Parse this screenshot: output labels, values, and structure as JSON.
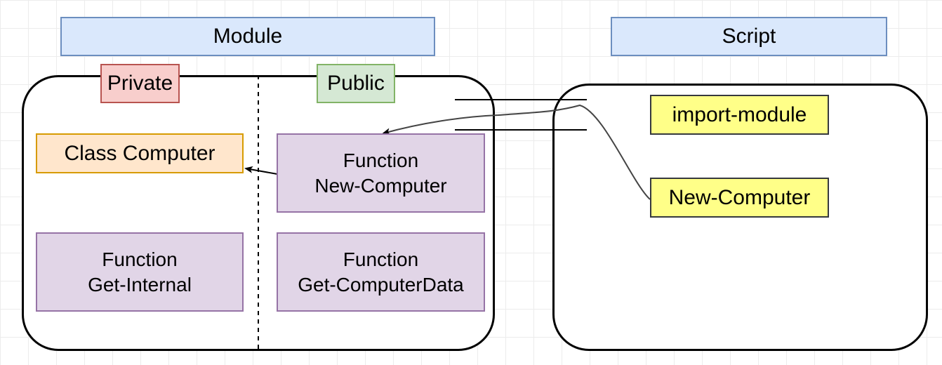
{
  "module": {
    "title": "Module",
    "private_label": "Private",
    "public_label": "Public",
    "class_box": "Class Computer",
    "new_computer_fn": {
      "line1": "Function",
      "line2": "New-Computer"
    },
    "get_internal_fn": {
      "line1": "Function",
      "line2": "Get-Internal"
    },
    "get_computerdata_fn": {
      "line1": "Function",
      "line2": "Get-ComputerData"
    }
  },
  "script": {
    "title": "Script",
    "import_module": "import-module",
    "new_computer": "New-Computer"
  },
  "colors": {
    "header_fill": "#dae8fc",
    "header_stroke": "#6c8ebf",
    "private_fill": "#f8cecc",
    "private_stroke": "#b85450",
    "public_fill": "#d5e8d4",
    "public_stroke": "#82b366",
    "function_fill": "#e1d5e7",
    "function_stroke": "#9673a6",
    "class_fill": "#ffe6cc",
    "class_stroke": "#d79b00",
    "script_item_fill": "#ffff88",
    "script_item_stroke": "#36393d"
  }
}
